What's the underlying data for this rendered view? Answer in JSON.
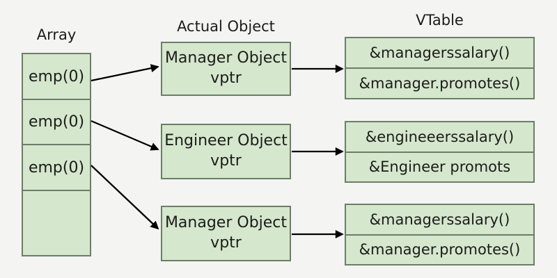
{
  "colors": {
    "background": "#f4f4f2",
    "box_fill": "#d5e7cc",
    "box_border": "#6b7d68",
    "text": "#1c1c1c",
    "arrow": "#000000"
  },
  "array": {
    "title": "Array",
    "cells": [
      {
        "label": "emp(0)"
      },
      {
        "label": "emp(0)"
      },
      {
        "label": "emp(0)"
      },
      {
        "label": ""
      }
    ]
  },
  "actual_object": {
    "title": "Actual Object",
    "boxes": [
      {
        "line1": "Manager Object",
        "line2": "vptr"
      },
      {
        "line1": "Engineer Object",
        "line2": "vptr"
      },
      {
        "line1": "Manager Object",
        "line2": "vptr"
      }
    ]
  },
  "vtable": {
    "title": "VTable",
    "tables": [
      {
        "rows": [
          "&managerssalary()",
          "&manager.promotes()"
        ]
      },
      {
        "rows": [
          "&engineeerssalary()",
          "&Engineer promots"
        ]
      },
      {
        "rows": [
          "&managerssalary()",
          "&manager.promotes()"
        ]
      }
    ]
  }
}
